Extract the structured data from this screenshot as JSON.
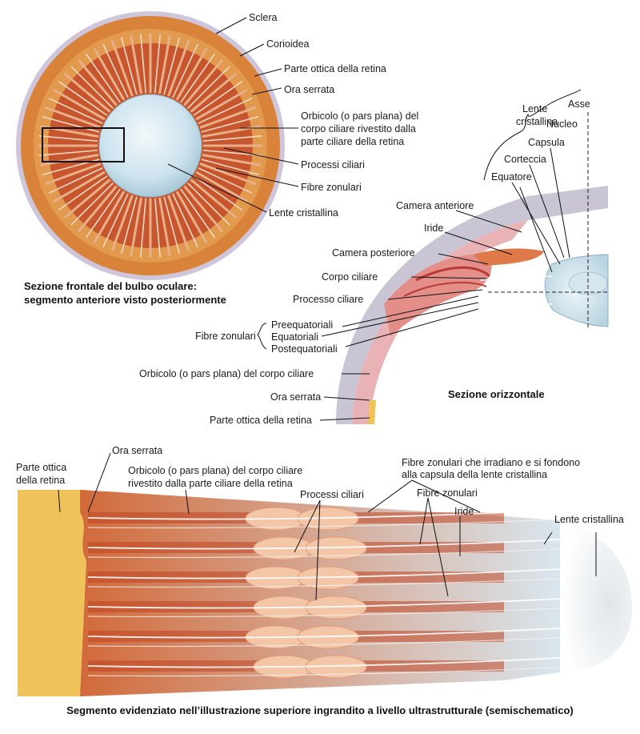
{
  "top_left": {
    "labels": {
      "sclera": "Sclera",
      "corioidea": "Corioidea",
      "parte_ottica": "Parte ottica della retina",
      "ora_serrata": "Ora serrata",
      "orbicolo_1": "Orbicolo (o pars plana) del",
      "orbicolo_2": "corpo ciliare rivestito dalla",
      "orbicolo_3": "parte ciliare della retina",
      "processi_ciliari": "Processi ciliari",
      "fibre_zonulari": "Fibre zonulari",
      "lente_cristallina": "Lente cristallina"
    },
    "caption_1": "Sezione frontale del bulbo oculare:",
    "caption_2": "segmento anteriore visto posteriormente"
  },
  "top_right": {
    "labels": {
      "lente_1": "Lente",
      "lente_2": "cristallina",
      "asse": "Asse",
      "nucleo": "Nucleo",
      "capsula": "Capsula",
      "corteccia": "Corteccia",
      "equatore": "Equatore",
      "camera_anteriore": "Camera anteriore",
      "iride": "Iride",
      "camera_posteriore": "Camera posteriore",
      "corpo_ciliare": "Corpo ciliare",
      "processo_ciliare": "Processo ciliare",
      "fibre_zonulari": "Fibre zonulari",
      "preequatoriali": "Preequatoriali",
      "equatoriali": "Equatoriali",
      "postequatoriali": "Postequatoriali",
      "orbicolo": "Orbicolo (o pars plana) del corpo ciliare",
      "ora_serrata": "Ora serrata",
      "parte_ottica": "Parte ottica della retina"
    },
    "caption": "Sezione orizzontale"
  },
  "bottom": {
    "labels": {
      "ora_serrata": "Ora serrata",
      "parte_ottica_1": "Parte ottica",
      "parte_ottica_2": "della retina",
      "orbicolo_1": "Orbicolo (o pars plana) del corpo ciliare",
      "orbicolo_2": "rivestito dalla parte ciliare della retina",
      "processi_ciliari": "Processi ciliari",
      "fibre_irradiano_1": "Fibre zonulari che irradiano e si fondono",
      "fibre_irradiano_2": "alla capsula della lente cristallina",
      "fibre_zonulari": "Fibre zonulari",
      "iride": "Iride",
      "lente_cristallina": "Lente cristallina"
    },
    "caption": "Segmento evidenziato nell’illustrazione superiore ingrandito a livello ultrastrutturale (semischematico)"
  },
  "colors": {
    "sclera": "#cfc6dc",
    "choroid": "#d9833a",
    "ciliary_red": "#c7462a",
    "lens": "#cfe3ec",
    "retina_yellow": "#f0c25a"
  }
}
